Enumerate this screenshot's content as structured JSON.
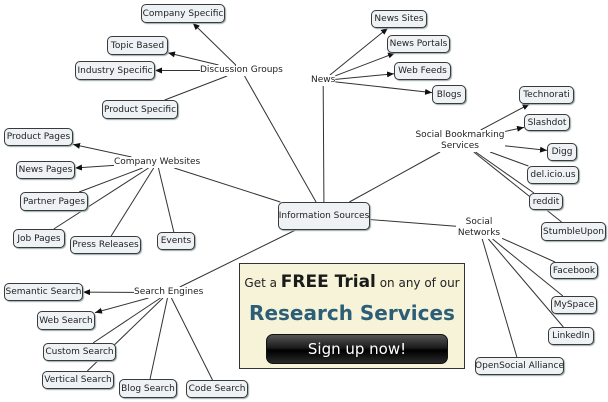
{
  "diagram": {
    "title": "Information Sources concept map",
    "center": {
      "id": "info",
      "label": "Information Sources"
    },
    "hubs": [
      {
        "id": "disc",
        "label": "Discussion Groups"
      },
      {
        "id": "news",
        "label": "News"
      },
      {
        "id": "comp",
        "label": "Company Websites"
      },
      {
        "id": "sbm",
        "label": "Social Bookmarking Services"
      },
      {
        "id": "soc",
        "label": "Social Networks"
      },
      {
        "id": "se",
        "label": "Search Engines"
      }
    ],
    "leaves": [
      {
        "id": "compspec",
        "label": "Company Specific",
        "parent": "disc"
      },
      {
        "id": "topic",
        "label": "Topic Based",
        "parent": "disc"
      },
      {
        "id": "indus",
        "label": "Industry Specific",
        "parent": "disc"
      },
      {
        "id": "prodspec",
        "label": "Product Specific",
        "parent": "disc"
      },
      {
        "id": "newssites",
        "label": "News Sites",
        "parent": "news"
      },
      {
        "id": "newsportals",
        "label": "News Portals",
        "parent": "news"
      },
      {
        "id": "webfeeds",
        "label": "Web Feeds",
        "parent": "news"
      },
      {
        "id": "blogs",
        "label": "Blogs",
        "parent": "news"
      },
      {
        "id": "prodpages",
        "label": "Product Pages",
        "parent": "comp"
      },
      {
        "id": "newspages",
        "label": "News Pages",
        "parent": "comp"
      },
      {
        "id": "partner",
        "label": "Partner Pages",
        "parent": "comp"
      },
      {
        "id": "job",
        "label": "Job Pages",
        "parent": "comp"
      },
      {
        "id": "press",
        "label": "Press Releases",
        "parent": "comp"
      },
      {
        "id": "events",
        "label": "Events",
        "parent": "comp"
      },
      {
        "id": "techno",
        "label": "Technorati",
        "parent": "sbm"
      },
      {
        "id": "slash",
        "label": "Slashdot",
        "parent": "sbm"
      },
      {
        "id": "digg",
        "label": "Digg",
        "parent": "sbm"
      },
      {
        "id": "delicious",
        "label": "del.icio.us",
        "parent": "sbm"
      },
      {
        "id": "reddit",
        "label": "reddit",
        "parent": "sbm"
      },
      {
        "id": "stumble",
        "label": "StumbleUpon",
        "parent": "sbm"
      },
      {
        "id": "facebook",
        "label": "Facebook",
        "parent": "soc"
      },
      {
        "id": "myspace",
        "label": "MySpace",
        "parent": "soc"
      },
      {
        "id": "linkedin",
        "label": "LinkedIn",
        "parent": "soc"
      },
      {
        "id": "opensocial",
        "label": "OpenSocial Alliance",
        "parent": "soc"
      },
      {
        "id": "semantic",
        "label": "Semantic Search",
        "parent": "se"
      },
      {
        "id": "websearch",
        "label": "Web Search",
        "parent": "se"
      },
      {
        "id": "custom",
        "label": "Custom Search",
        "parent": "se"
      },
      {
        "id": "vertical",
        "label": "Vertical Search",
        "parent": "se"
      },
      {
        "id": "blogsearch",
        "label": "Blog Search",
        "parent": "se"
      },
      {
        "id": "code",
        "label": "Code Search",
        "parent": "se"
      }
    ]
  },
  "ad": {
    "line1_pre": "Get a",
    "line1_bold": "FREE Trial",
    "line1_post": "on any of our",
    "line2": "Research Services",
    "button": "Sign up now!"
  },
  "colors": {
    "node_fill": "#eef2f5",
    "ad_bg": "#f6f3d9",
    "ad_heading": "#2c5f77"
  }
}
